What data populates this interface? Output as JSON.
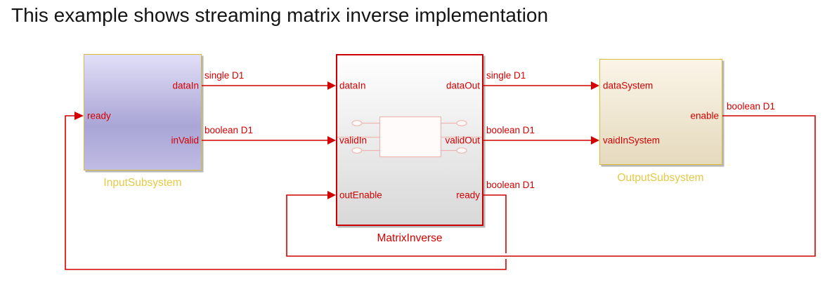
{
  "title": "This example shows streaming matrix inverse implementation",
  "colors": {
    "title_color": "#141414",
    "signal_red": "#d40000",
    "block_border_red": "#cc0000",
    "gold_border": "#d8bd3c",
    "gold_label": "#e4c946",
    "input_fill_top": "#e1dff7",
    "input_fill_mid": "#a9a5d6",
    "input_fill_bottom": "#bfbce4",
    "matrix_fill_top": "#ffffff",
    "matrix_fill_bottom": "#d8d8d8",
    "output_fill_top": "#fbf5e8",
    "output_fill_bottom": "#e5dabe",
    "watermark_pink": "#f0b7b1"
  },
  "blocks": {
    "input": {
      "name": "InputSubsystem",
      "ports": {
        "ready": "ready",
        "dataIn": "dataIn",
        "inValid": "inValid"
      }
    },
    "matrix": {
      "name": "MatrixInverse",
      "ports": {
        "dataIn": "dataIn",
        "validIn": "validIn",
        "outEnable": "outEnable",
        "dataOut": "dataOut",
        "validOut": "validOut",
        "ready": "ready"
      }
    },
    "output": {
      "name": "OutputSubsystem",
      "ports": {
        "dataSystem": "dataSystem",
        "vaidInSystem": "vaidInSystem",
        "enable": "enable"
      }
    }
  },
  "signals": {
    "in_data": "single D1",
    "in_valid": "boolean D1",
    "out_data": "single D1",
    "out_valid": "boolean D1",
    "ready_loop": "boolean D1",
    "enable_loop": "boolean D1"
  }
}
